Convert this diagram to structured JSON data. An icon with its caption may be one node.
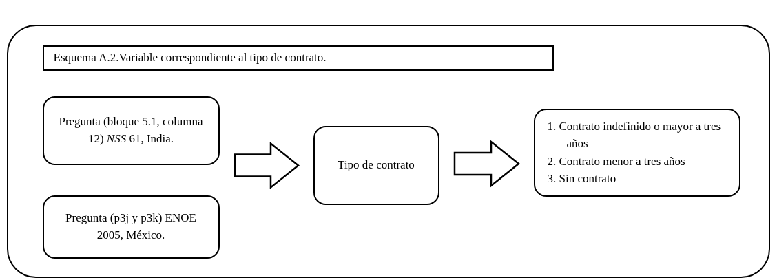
{
  "diagram": {
    "nodes": [
      {
        "text": [],
        "shape": "box"
      },
      {
        "text": [
          "Esquema A.2.Variable correspondiente al tipo de contrato."
        ],
        "in": 0
      },
      {
        "text": [
          "Pregunta (bloque 5.1, columna 12) *NSS* 61, India."
        ],
        "in": 0
      },
      {
        "text": [
          "Pregunta (p3j y p3k) ENOE 2005, México."
        ],
        "in": 0
      },
      {
        "text": [
          "Tipo de contrato"
        ],
        "in": 0
      },
      {
        "text": [
          "1. Contrato indefinido o mayor a tres años",
          "2. Contrato menor a tres años",
          "3. Sin contrato"
        ],
        "in": 0
      }
    ],
    "edges": [
      {
        "from": 2,
        "to": 4,
        "arrow": "to"
      },
      {
        "from": 3,
        "to": 4,
        "arrow": "to"
      },
      {
        "from": 4,
        "to": 5,
        "arrow": "to"
      }
    ]
  }
}
